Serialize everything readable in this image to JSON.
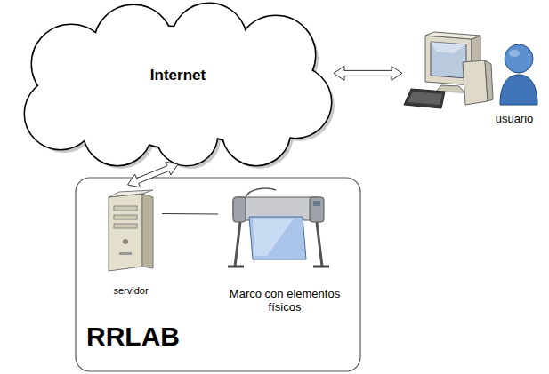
{
  "diagram": {
    "nodes": [
      {
        "text": [
          "Internet"
        ]
      },
      {
        "text": [
          "usuario"
        ]
      },
      {
        "text": [
          "RRLAB"
        ]
      },
      {
        "text": [
          "servidor"
        ],
        "in": 2
      },
      {
        "text": [
          "Marco con elementos físicos"
        ],
        "in": 2
      }
    ],
    "edges": [
      {
        "from": 0,
        "to": 1,
        "arrow": "both"
      },
      {
        "from": 0,
        "to": 3,
        "arrow": "both"
      },
      {
        "from": 3,
        "to": 4,
        "arrow": "none"
      }
    ]
  }
}
